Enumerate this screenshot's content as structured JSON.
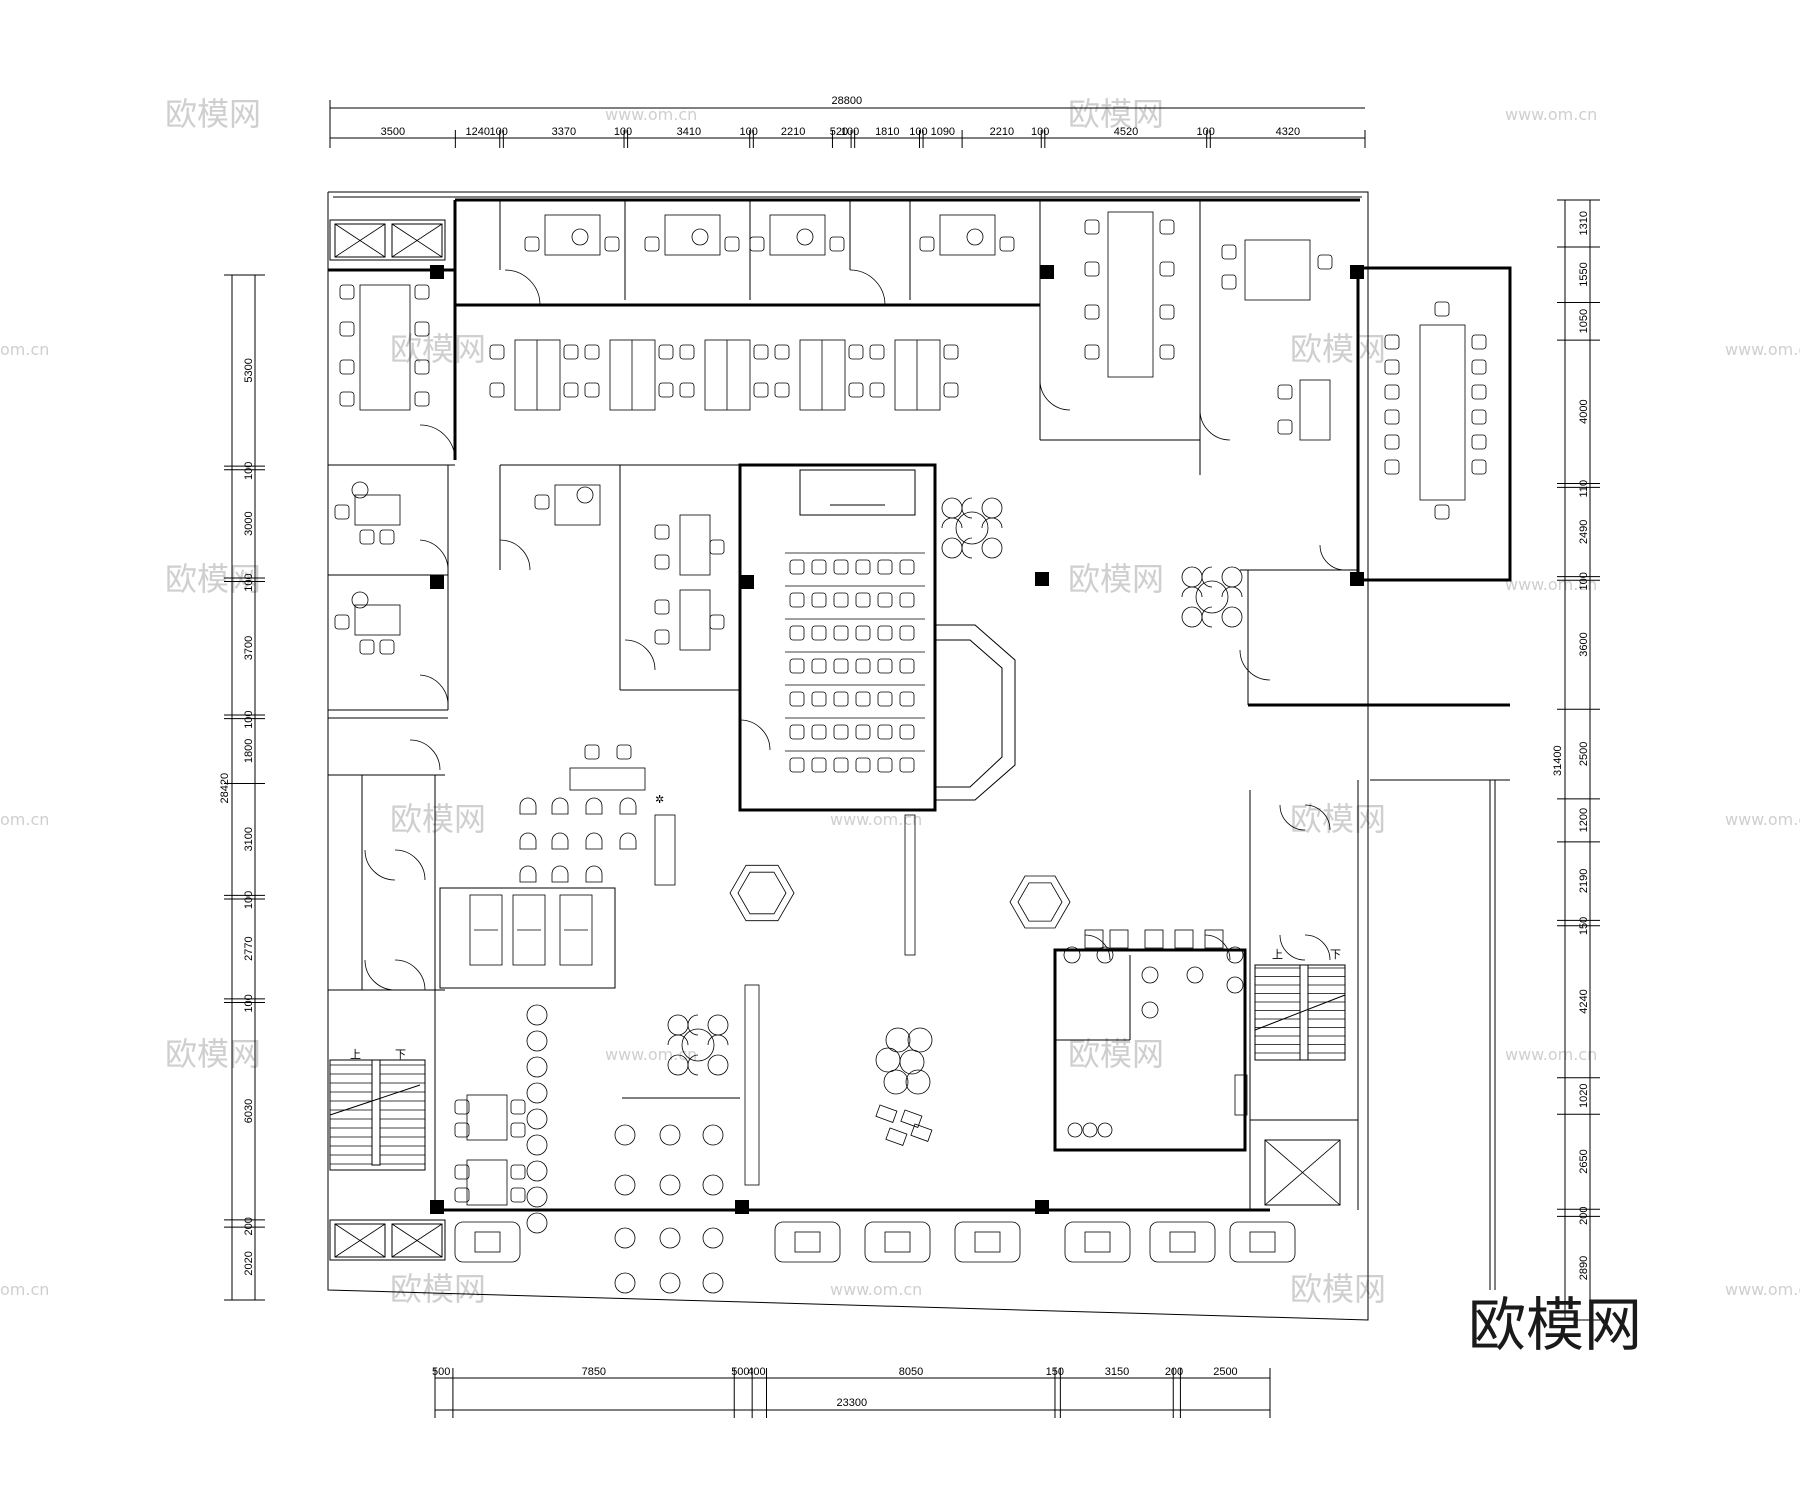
{
  "dimensions": {
    "top_total": "28800",
    "top_segments": [
      "3500",
      "1240",
      "100",
      "3370",
      "100",
      "3410",
      "100",
      "2210",
      "520",
      "100",
      "1810",
      "100",
      "1090",
      "2210",
      "100",
      "4520",
      "100",
      "4320"
    ],
    "bottom_total": "23300",
    "bottom_segments": [
      "500",
      "7850",
      "500",
      "400",
      "8050",
      "150",
      "3150",
      "200",
      "2500"
    ],
    "left_total": "28420",
    "left_segments": [
      "5300",
      "100",
      "3000",
      "100",
      "3700",
      "100",
      "1800",
      "3100",
      "100",
      "2770",
      "100",
      "6030",
      "200",
      "2020"
    ],
    "right_total": "31400",
    "right_segments": [
      "1310",
      "1550",
      "1050",
      "4000",
      "110",
      "2490",
      "100",
      "3600",
      "2500",
      "1200",
      "2190",
      "150",
      "4240",
      "1020",
      "2650",
      "200",
      "2890"
    ]
  },
  "labels": {
    "stairs_left_up": "上",
    "stairs_left_down": "下",
    "stairs_right_up": "上",
    "stairs_right_down": "下"
  },
  "watermark": {
    "brand_text": "欧模网",
    "domain_text": "www.om.cn",
    "domain_short": "om.cn"
  },
  "colors": {
    "line": "#000000",
    "watermark": "#cfcfcf",
    "brand": "#1a1a1a"
  }
}
